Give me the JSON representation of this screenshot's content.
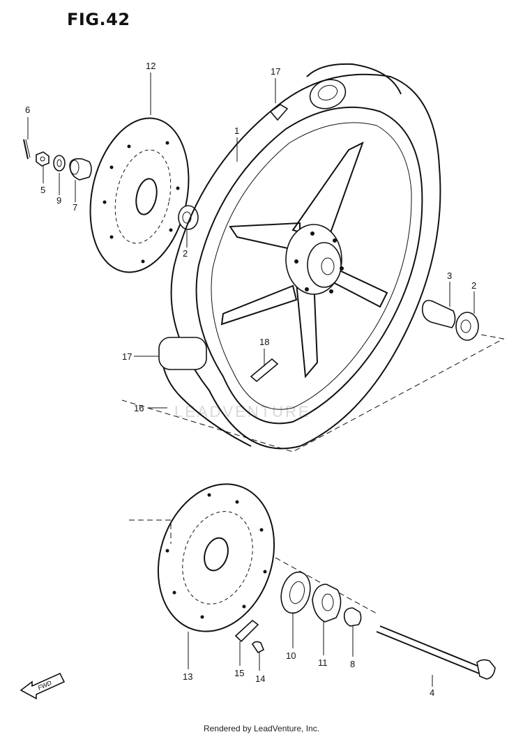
{
  "figure": {
    "title": "FIG.42",
    "footer": "Rendered by LeadVenture, Inc.",
    "watermark": "LEADVENTURE",
    "direction_arrow": "FWD"
  },
  "callouts": [
    {
      "id": "c12",
      "label": "12"
    },
    {
      "id": "c6",
      "label": "6"
    },
    {
      "id": "c5",
      "label": "5"
    },
    {
      "id": "c9",
      "label": "9"
    },
    {
      "id": "c7",
      "label": "7"
    },
    {
      "id": "c2a",
      "label": "2"
    },
    {
      "id": "c17a",
      "label": "17"
    },
    {
      "id": "c1",
      "label": "1"
    },
    {
      "id": "c3",
      "label": "3"
    },
    {
      "id": "c2b",
      "label": "2"
    },
    {
      "id": "c18",
      "label": "18"
    },
    {
      "id": "c17b",
      "label": "17"
    },
    {
      "id": "c16",
      "label": "16"
    },
    {
      "id": "c13",
      "label": "13"
    },
    {
      "id": "c15",
      "label": "15"
    },
    {
      "id": "c14",
      "label": "14"
    },
    {
      "id": "c10",
      "label": "10"
    },
    {
      "id": "c11",
      "label": "11"
    },
    {
      "id": "c8",
      "label": "8"
    },
    {
      "id": "c4",
      "label": "4"
    }
  ]
}
